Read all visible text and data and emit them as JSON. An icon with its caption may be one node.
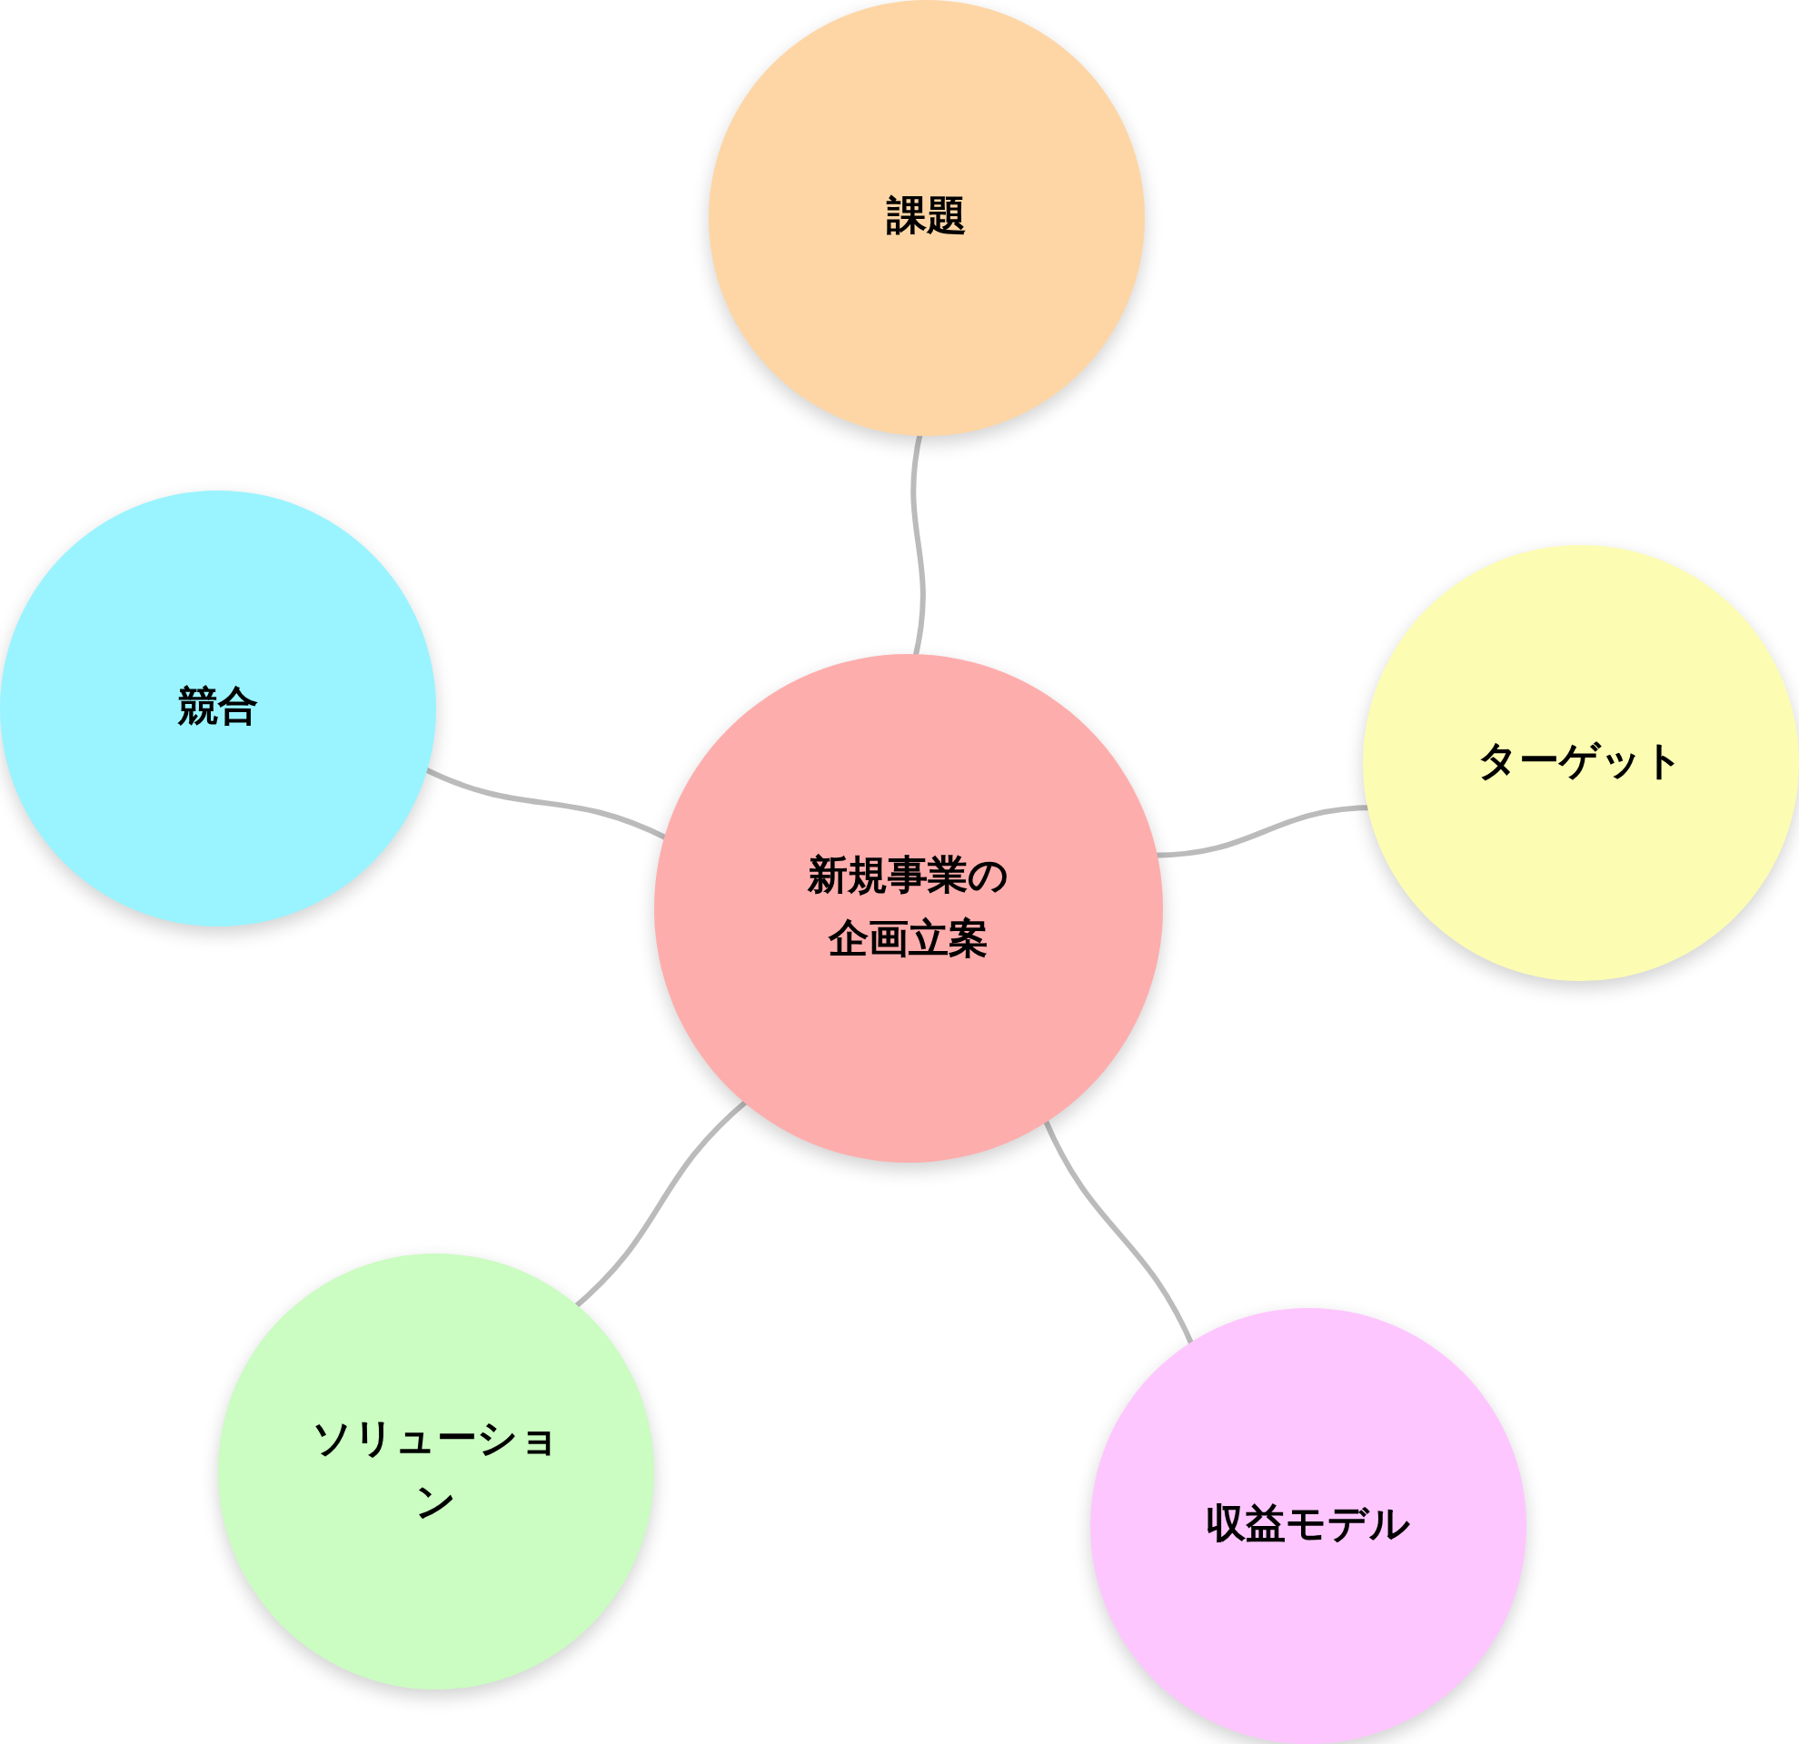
{
  "diagram": {
    "nodes": [
      {
        "text": [
          "課題"
        ]
      },
      {
        "text": [
          "競合"
        ]
      },
      {
        "text": [
          "ターゲット"
        ]
      },
      {
        "text": [
          "新規事業の企画立案"
        ]
      },
      {
        "text": [
          "ソリューション"
        ]
      },
      {
        "text": [
          "収益モデル"
        ]
      }
    ],
    "edges": [
      {
        "from": 3,
        "to": 0,
        "arrow": "none"
      },
      {
        "from": 3,
        "to": 1,
        "arrow": "none"
      },
      {
        "from": 3,
        "to": 2,
        "arrow": "none"
      },
      {
        "from": 3,
        "to": 4,
        "arrow": "none"
      },
      {
        "from": 3,
        "to": 5,
        "arrow": "none"
      }
    ]
  }
}
